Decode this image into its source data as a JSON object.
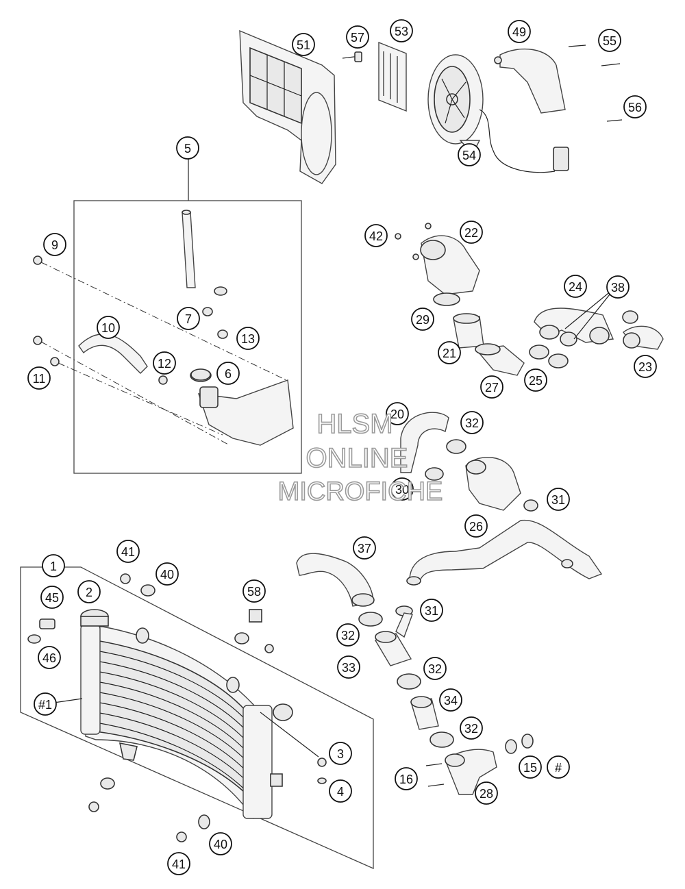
{
  "watermark": {
    "line1": "HLSM",
    "line2": "ONLINE",
    "line3": "MICROFICHE"
  },
  "callouts": [
    {
      "id": "1",
      "label": "1"
    },
    {
      "id": "2",
      "label": "2"
    },
    {
      "id": "3",
      "label": "3"
    },
    {
      "id": "4",
      "label": "4"
    },
    {
      "id": "5",
      "label": "5"
    },
    {
      "id": "6",
      "label": "6"
    },
    {
      "id": "7",
      "label": "7"
    },
    {
      "id": "9",
      "label": "9"
    },
    {
      "id": "10",
      "label": "10"
    },
    {
      "id": "11",
      "label": "11"
    },
    {
      "id": "12",
      "label": "12"
    },
    {
      "id": "13",
      "label": "13"
    },
    {
      "id": "15",
      "label": "15"
    },
    {
      "id": "hash",
      "label": "#"
    },
    {
      "id": "16",
      "label": "16"
    },
    {
      "id": "20",
      "label": "20"
    },
    {
      "id": "21",
      "label": "21"
    },
    {
      "id": "22",
      "label": "22"
    },
    {
      "id": "23",
      "label": "23"
    },
    {
      "id": "24",
      "label": "24"
    },
    {
      "id": "25",
      "label": "25"
    },
    {
      "id": "26",
      "label": "26"
    },
    {
      "id": "27",
      "label": "27"
    },
    {
      "id": "28",
      "label": "28"
    },
    {
      "id": "29",
      "label": "29"
    },
    {
      "id": "30",
      "label": "30"
    },
    {
      "id": "31a",
      "label": "31"
    },
    {
      "id": "31b",
      "label": "31"
    },
    {
      "id": "32a",
      "label": "32"
    },
    {
      "id": "32b",
      "label": "32"
    },
    {
      "id": "32c",
      "label": "32"
    },
    {
      "id": "32d",
      "label": "32"
    },
    {
      "id": "33",
      "label": "33"
    },
    {
      "id": "34",
      "label": "34"
    },
    {
      "id": "37",
      "label": "37"
    },
    {
      "id": "38",
      "label": "38"
    },
    {
      "id": "40a",
      "label": "40"
    },
    {
      "id": "40b",
      "label": "40"
    },
    {
      "id": "41a",
      "label": "41"
    },
    {
      "id": "41b",
      "label": "41"
    },
    {
      "id": "42",
      "label": "42"
    },
    {
      "id": "45",
      "label": "45"
    },
    {
      "id": "46",
      "label": "46"
    },
    {
      "id": "hash1",
      "label": "#1"
    },
    {
      "id": "49",
      "label": "49"
    },
    {
      "id": "51",
      "label": "51"
    },
    {
      "id": "53",
      "label": "53"
    },
    {
      "id": "54",
      "label": "54"
    },
    {
      "id": "55",
      "label": "55"
    },
    {
      "id": "56",
      "label": "56"
    },
    {
      "id": "57",
      "label": "57"
    },
    {
      "id": "58",
      "label": "58"
    }
  ]
}
